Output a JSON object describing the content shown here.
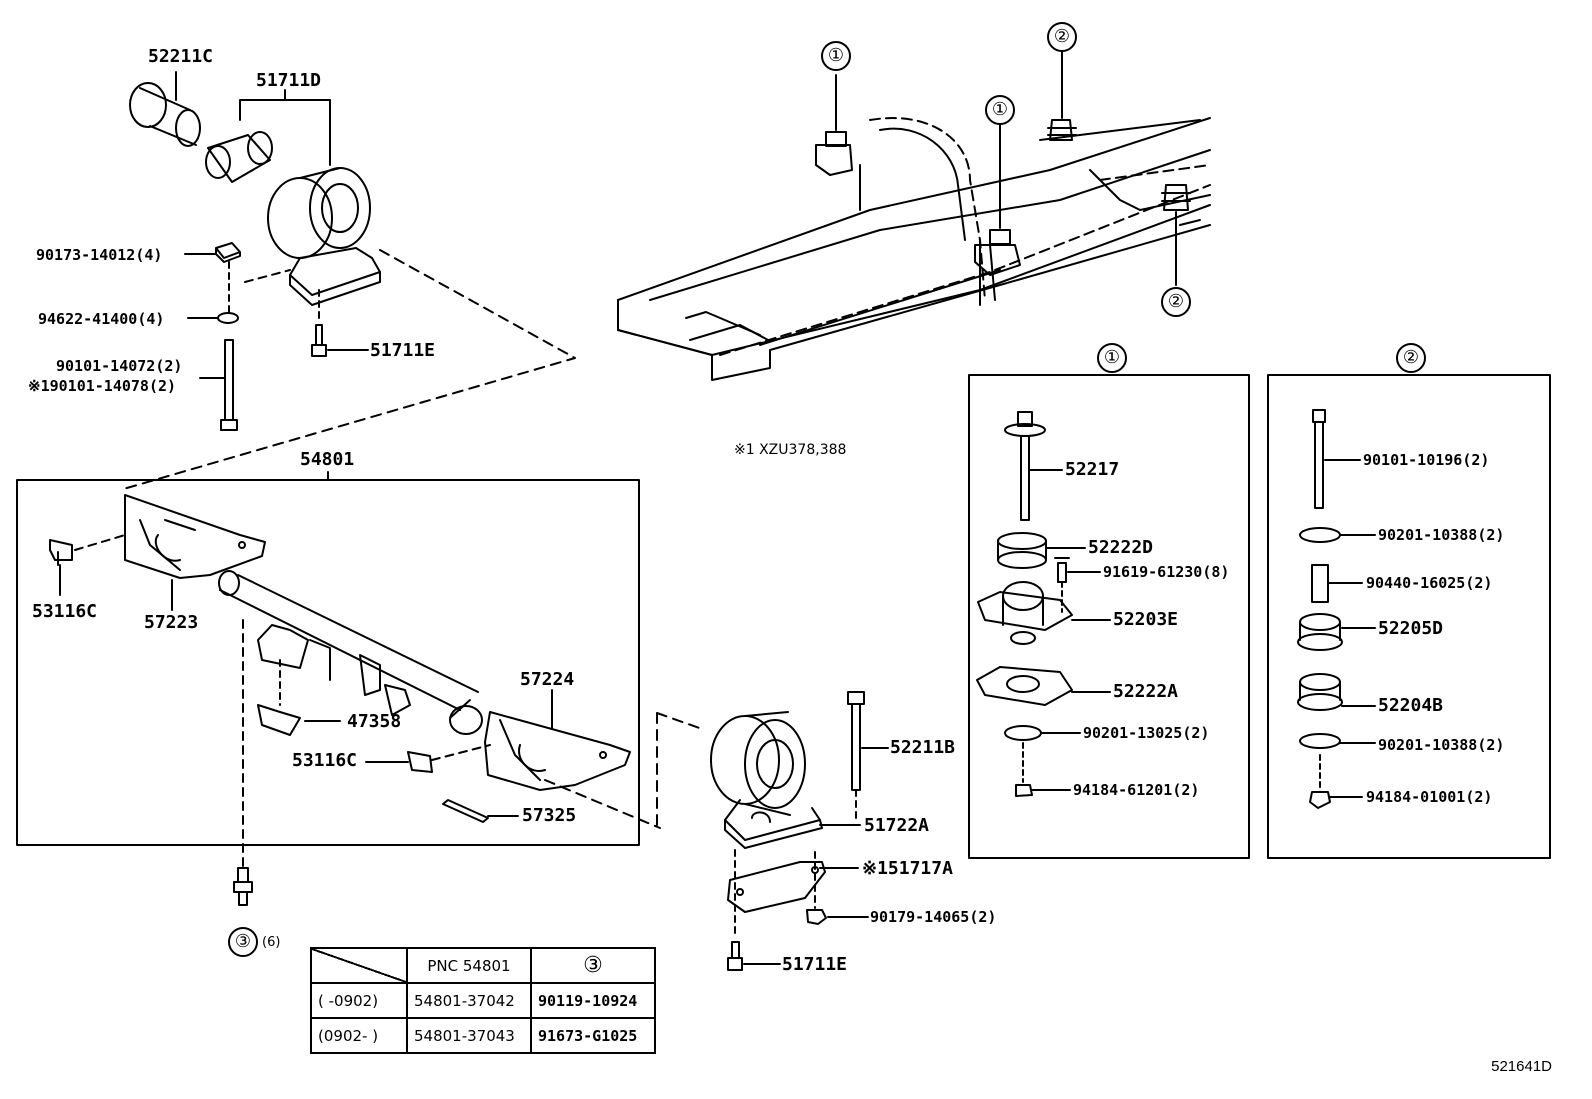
{
  "labels": {
    "p52211C": "52211C",
    "p51711D": "51711D",
    "p90173": "90173-14012(4)",
    "p94622": "94622-41400(4)",
    "p90101a": "90101-14072(2)",
    "p90101b": "※190101-14078(2)",
    "p51711E_top": "51711E",
    "p54801": "54801",
    "p53116C_a": "53116C",
    "p57223": "57223",
    "p57224": "57224",
    "p47358": "47358",
    "p53116C_b": "53116C",
    "p57325": "57325",
    "p52211B": "52211B",
    "p51722A": "51722A",
    "p51717A": "※151717A",
    "p90179": "90179-14065(2)",
    "p51711E_bot": "51711E",
    "p52217": "52217",
    "p52222D": "52222D",
    "p91619": "91619-61230(8)",
    "p52203E": "52203E",
    "p52222A": "52222A",
    "p90201_13025": "90201-13025(2)",
    "p94184_61201": "94184-61201(2)",
    "p90101_10196": "90101-10196(2)",
    "p90201_10388a": "90201-10388(2)",
    "p90440": "90440-16025(2)",
    "p52205D": "52205D",
    "p52204B": "52204B",
    "p90201_10388b": "90201-10388(2)",
    "p94184_01001": "94184-01001(2)",
    "note_x1": "※1 XZU378,388",
    "qty6": "(6)",
    "ref": "521641D"
  },
  "callouts": {
    "one": "①",
    "two": "②",
    "three": "③"
  },
  "table": {
    "header_pnc": "PNC 54801",
    "header_3": "③",
    "rows": [
      {
        "range": "(      -0902)",
        "pnc": "54801-37042",
        "part": "90119-10924"
      },
      {
        "range": "(0902-        )",
        "pnc": "54801-37043",
        "part": "91673-G1025"
      }
    ]
  }
}
